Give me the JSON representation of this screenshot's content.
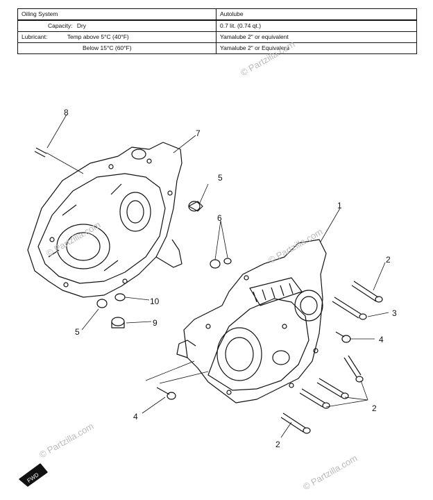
{
  "spec_table": {
    "header_left": "Oiling System",
    "header_right": "Autolube",
    "row1_label": "Capacity:",
    "row1_sub": "Dry",
    "row1_value": "0.7 lit. (0.74 qt.)",
    "row2_label": "Lubricant:",
    "row2_sub": "Temp above 5°C (40°F)",
    "row2_value": "Yamalube 2\" or equivalent",
    "row3_sub": "Below 15°C (60°F)",
    "row3_value": "Yamalube 2\" or Equivalent"
  },
  "callouts": [
    "1",
    "2",
    "3",
    "4",
    "2",
    "2",
    "4",
    "5",
    "5",
    "6",
    "7",
    "8",
    "9",
    "10"
  ],
  "watermark": "© Partzilla.com",
  "fwd_label": "FWD"
}
